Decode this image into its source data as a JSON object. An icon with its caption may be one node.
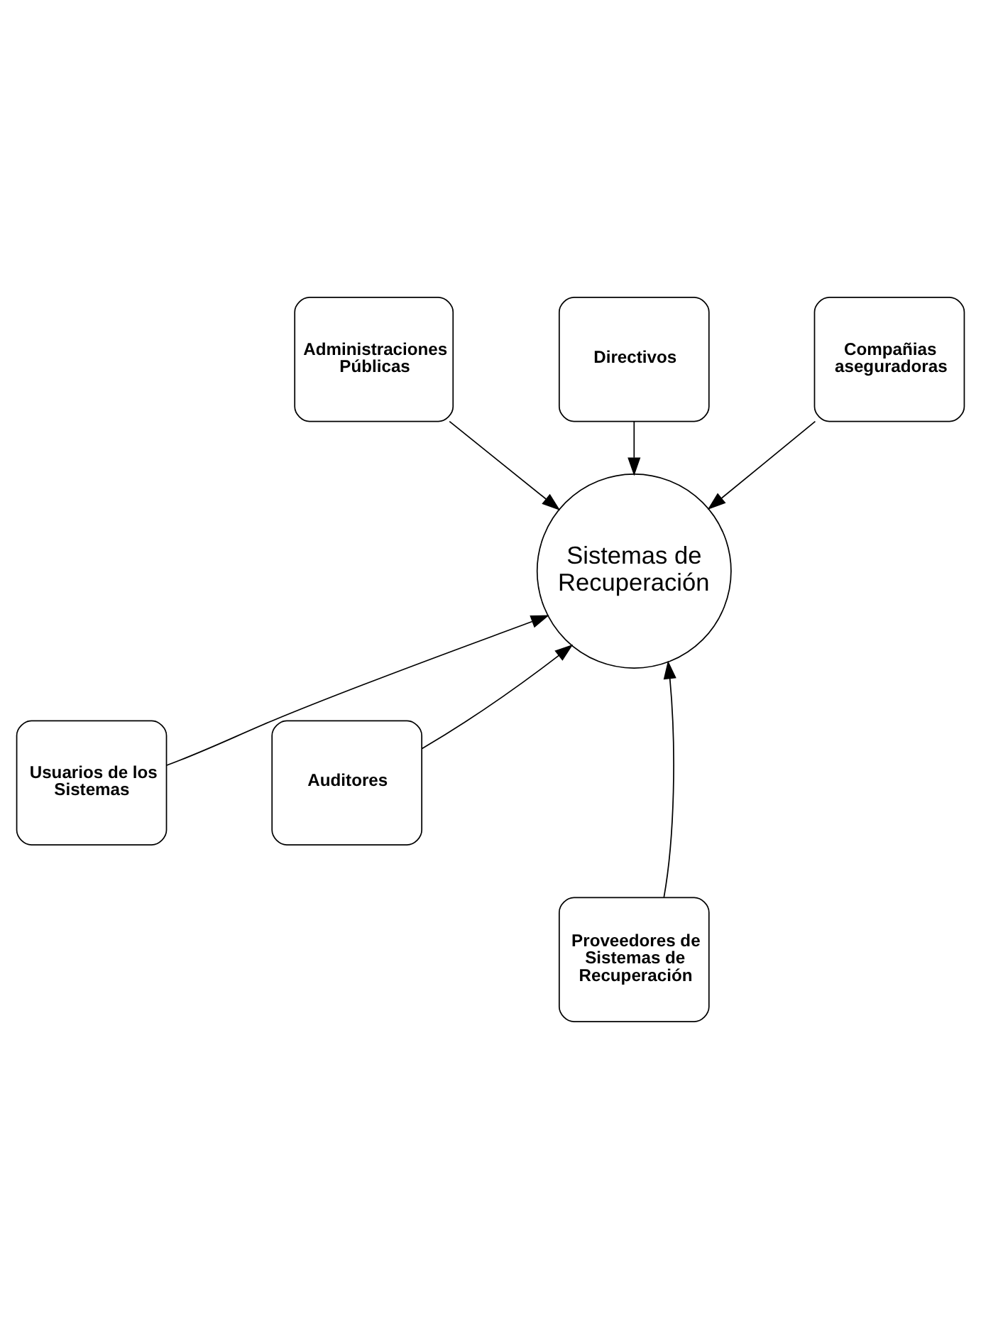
{
  "diagram": {
    "nodes": [
      {
        "text": [
          "Administraciones Públicas"
        ]
      },
      {
        "text": [
          "Directivos"
        ]
      },
      {
        "text": [
          "Compañias aseguradoras"
        ]
      },
      {
        "text": [
          "Sistemas de Recuperación"
        ]
      },
      {
        "text": [
          "Usuarios de los Sistemas"
        ]
      },
      {
        "text": [
          "Auditores"
        ]
      },
      {
        "text": [
          "Proveedores de Sistemas de Recuperación"
        ]
      }
    ],
    "edges": [
      {
        "from": 0,
        "to": 3,
        "arrow": "to"
      },
      {
        "from": 1,
        "to": 3,
        "arrow": "to"
      },
      {
        "from": 2,
        "to": 3,
        "arrow": "to"
      },
      {
        "from": 4,
        "to": 3,
        "arrow": "to"
      },
      {
        "from": 5,
        "to": 3,
        "arrow": "to"
      },
      {
        "from": 6,
        "to": 3,
        "arrow": "to"
      }
    ]
  }
}
